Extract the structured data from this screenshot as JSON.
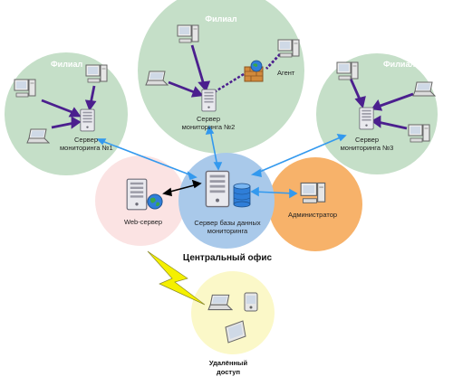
{
  "branches": [
    {
      "label": "Филиал",
      "server_label": [
        "Сервер",
        "мониторинга №1"
      ]
    },
    {
      "label": "Филиал",
      "server_label": [
        "Сервер",
        "мониторинга №2"
      ],
      "agent_label": "Агент"
    },
    {
      "label": "Филиал",
      "server_label": [
        "Сервер",
        "мониторинга №3"
      ]
    }
  ],
  "central": {
    "web_server_label": "Web-сервер",
    "db_server_label": [
      "Сервер базы данных",
      "мониторинга"
    ],
    "admin_label": "Администратор",
    "office_label": "Центральный офис"
  },
  "remote": {
    "label": [
      "Удалённый",
      "доступ"
    ]
  },
  "colors": {
    "branch_fill": "#c5dfc8",
    "web_fill": "#fbe3e3",
    "db_fill": "#a9c9ea",
    "admin_fill": "#f7b26a",
    "remote_fill": "#fbf8c8",
    "blue_link": "#3399ee",
    "purple_link": "#4b1f8e",
    "lightning": "#f5f000"
  },
  "icons": [
    "server-icon",
    "desktop-pc-icon",
    "laptop-icon",
    "globe-icon",
    "firewall-icon",
    "database-icon",
    "tablet-icon",
    "pda-icon",
    "lightning-icon"
  ]
}
